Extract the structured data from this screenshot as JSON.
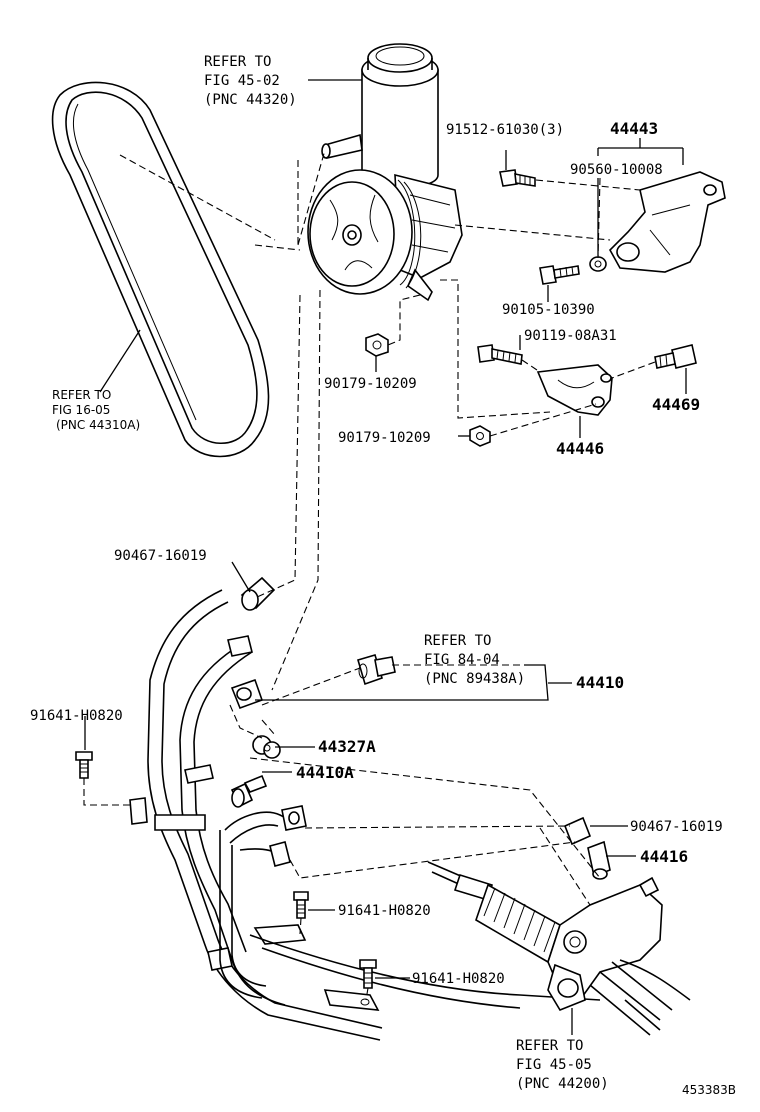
{
  "labels": {
    "refer_45_02": [
      "REFER TO",
      "FIG 45-02",
      "(PNC 44320)"
    ],
    "p_91512": "91512-61030(3)",
    "p_44443": "44443",
    "p_90560": "90560-10008",
    "p_90105": "90105-10390",
    "p_90119": "90119-08A31",
    "p_90179_a": "90179-10209",
    "p_44469": "44469",
    "p_90179_b": "90179-10209",
    "p_44446": "44446",
    "refer_16_05": [
      "REFER TO",
      "FIG 16-05",
      "(PNC 44310A)"
    ],
    "p_90467_a": "90467-16019",
    "refer_84_04": [
      "REFER TO",
      "FIG 84-04",
      "(PNC 89438A)"
    ],
    "p_44410": "44410",
    "p_91641_a": "91641-H0820",
    "p_44327a": "44327A",
    "p_44410a": "44410A",
    "p_90467_b": "90467-16019",
    "p_44416": "44416",
    "p_91641_b": "91641-H0820",
    "p_91641_c": "91641-H0820",
    "refer_45_05": [
      "REFER TO",
      "FIG 45-05",
      "(PNC 44200)"
    ],
    "diagram_id": "453383B"
  }
}
